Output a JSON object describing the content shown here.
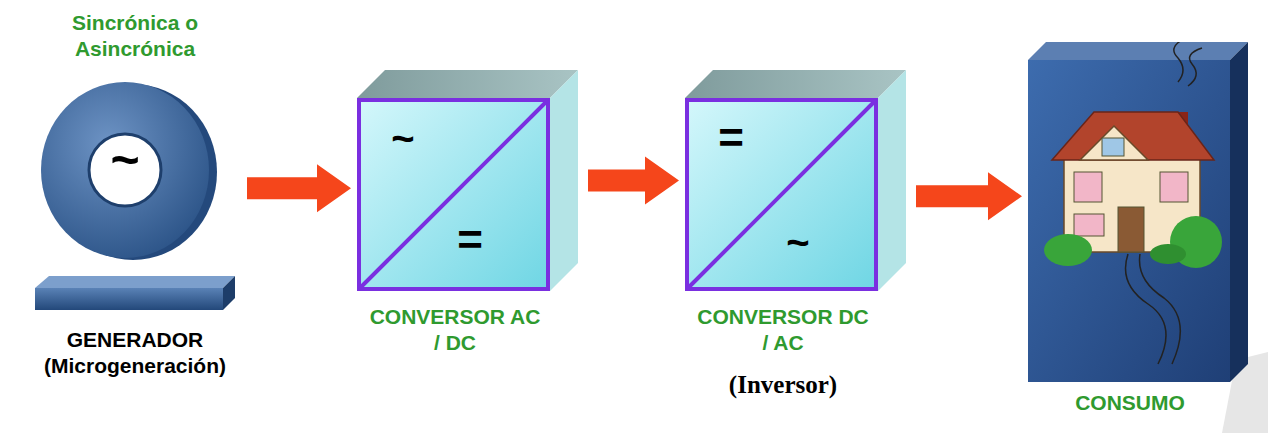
{
  "diagram": {
    "nodes": [
      {
        "text": [
          "Sincrónica o Asincrónica",
          "~",
          "GENERADOR (Microgeneración)"
        ]
      },
      {
        "text": [
          "~",
          "=",
          "CONVERSOR AC / DC"
        ]
      },
      {
        "text": [
          "=",
          "~",
          "CONVERSOR DC / AC",
          "(Inversor)"
        ]
      },
      {
        "text": [
          "CONSUMO"
        ]
      }
    ],
    "edges": [
      {
        "from": 0,
        "to": 1,
        "arrow": "to"
      },
      {
        "from": 1,
        "to": 2,
        "arrow": "to"
      },
      {
        "from": 2,
        "to": 3,
        "arrow": "to"
      }
    ]
  }
}
